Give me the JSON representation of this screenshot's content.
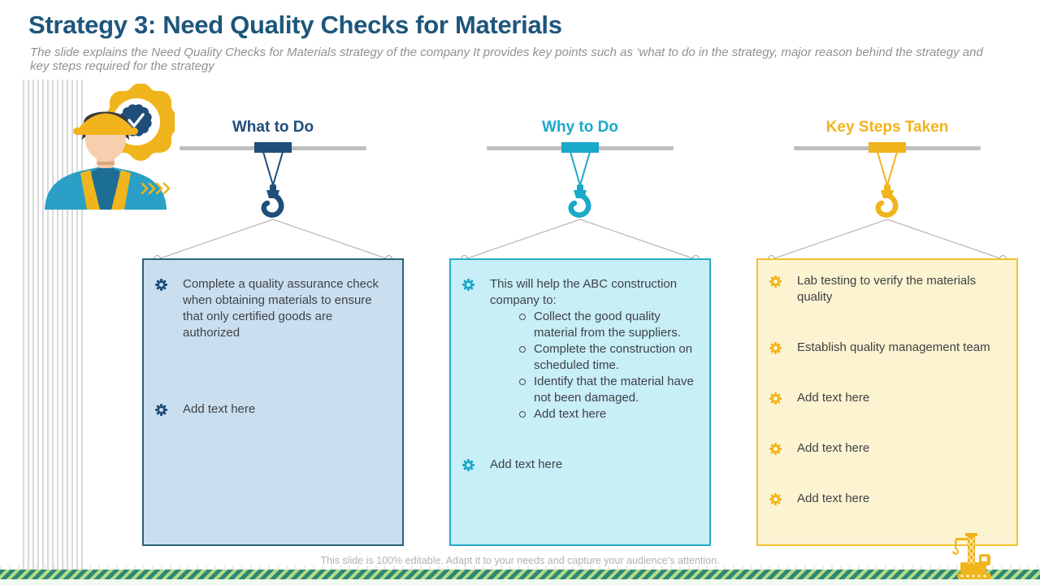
{
  "slide": {
    "title": "Strategy 3: Need Quality Checks for Materials",
    "subtitle": "The slide explains the Need Quality Checks for Materials strategy of the company It provides key points such as ‘what to do in the strategy, major reason behind the strategy and key steps required for the strategy",
    "footer_note": "This slide is 100% editable. Adapt it to your needs and capture your audience’s attention."
  },
  "colors": {
    "title": "#1d567c",
    "ribbon_dark": "#2f8873",
    "ribbon_light": "#b2dc8a",
    "bar_gray": "#bfbfbf"
  },
  "decor": {
    "worker_icon": "construction-worker-with-quality-badge-gear",
    "chevrons_icon": "four-right-chevrons",
    "crane_machine_icon": "yellow-tower-crane-vehicle",
    "bullet_icon": "gear-icon",
    "hook_icon": "crane-hook"
  },
  "columns": [
    {
      "header": "What to Do",
      "accent": "#1f4e79",
      "box_fill": "#c9dff0",
      "box_border": "#2d6076",
      "items": [
        {
          "text": "Complete a quality assurance check when obtaining materials to ensure that only certified goods are authorized",
          "sub": []
        },
        {
          "text": "Add text here",
          "sub": []
        }
      ]
    },
    {
      "header": "Why to Do",
      "accent": "#1ba9c9",
      "box_fill": "#c8eef8",
      "box_border": "#29abc9",
      "items": [
        {
          "text": "This will help the ABC construction company to:",
          "sub": [
            "Collect the good quality material from the suppliers.",
            "Complete the construction on scheduled time.",
            "Identify that the material have not been damaged.",
            "Add text here"
          ]
        },
        {
          "text": "Add text here",
          "sub": []
        }
      ]
    },
    {
      "header": "Key Steps Taken",
      "accent": "#f0b41c",
      "box_fill": "#fcf3d1",
      "box_border": "#f2c12e",
      "items": [
        {
          "text": "Lab testing to verify the materials quality",
          "sub": []
        },
        {
          "text": "Establish quality management team",
          "sub": []
        },
        {
          "text": "Add text here",
          "sub": []
        },
        {
          "text": "Add text here",
          "sub": []
        },
        {
          "text": "Add text here",
          "sub": []
        }
      ]
    }
  ]
}
